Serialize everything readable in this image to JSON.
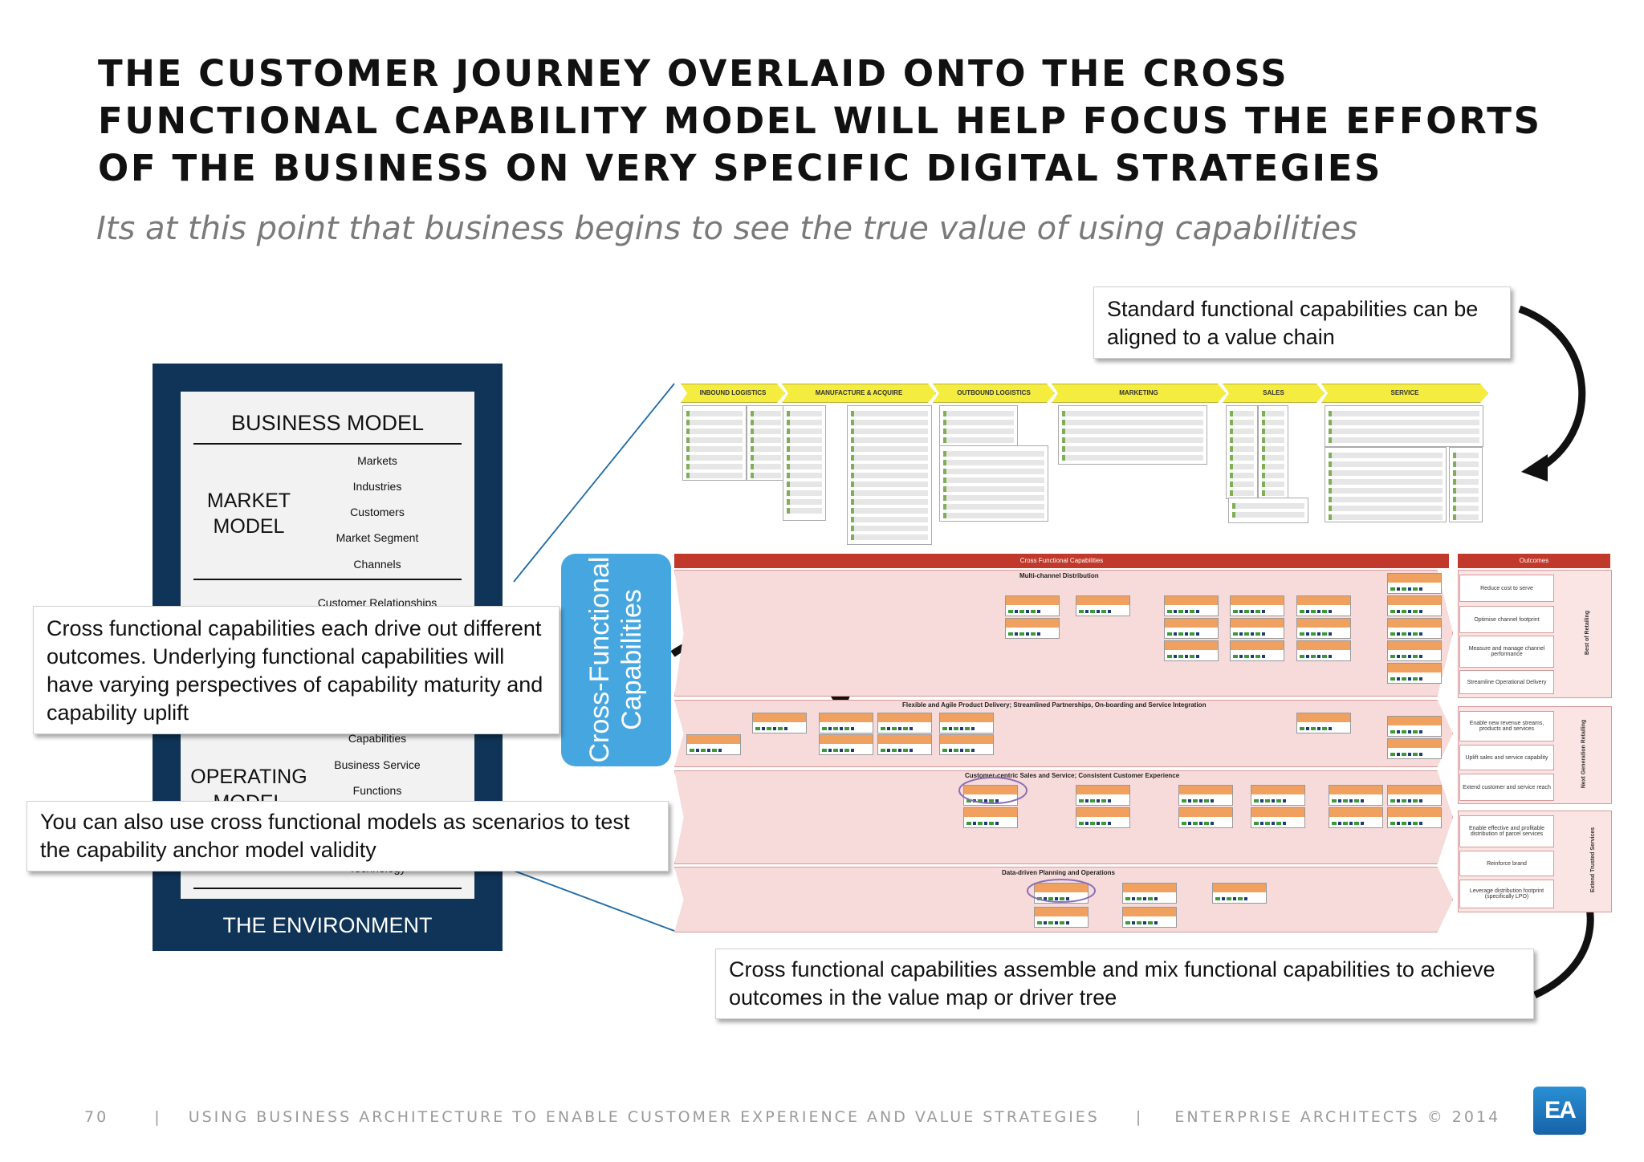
{
  "title": "THE CUSTOMER JOURNEY OVERLAID ONTO THE CROSS FUNCTIONAL CAPABILITY MODEL WILL HELP FOCUS THE EFFORTS OF THE BUSINESS ON VERY SPECIFIC DIGITAL STRATEGIES",
  "subtitle": "Its at this point that business begins to see the true value of using capabilities",
  "business_model": {
    "title": "BUSINESS MODEL",
    "market_model_label": "MARKET MODEL",
    "market_items": [
      "Markets",
      "Industries",
      "Customers",
      "Market Segment",
      "Channels"
    ],
    "partial_item": "Customer Relationships",
    "operating_model_label": "OPERATING MODEL",
    "operating_items": [
      "Capabilities",
      "Business Service",
      "Functions",
      "Technology"
    ],
    "environment_label": "THE ENVIRONMENT"
  },
  "callouts": {
    "value_chain": "Standard functional capabilities can be aligned to a value chain",
    "outcomes": "Cross functional capabilities each drive out different outcomes. Underlying functional capabilities will have varying perspectives of capability maturity and capability uplift",
    "scenarios": "You can also use cross functional models as scenarios to test the capability anchor model validity",
    "assemble": "Cross functional capabilities assemble and mix functional capabilities to achieve outcomes in the value map or driver tree"
  },
  "cross_functional_pill": "Cross-Functional Capabilities",
  "value_chain": [
    "INBOUND LOGISTICS",
    "MANUFACTURE & ACQUIRE",
    "OUTBOUND LOGISTICS",
    "MARKETING",
    "SALES",
    "SERVICE"
  ],
  "cf_model": {
    "header": "Cross Functional Capabilities",
    "outcomes_header": "Outcomes",
    "bands": [
      "Multi-channel Distribution",
      "Flexible and Agile Product Delivery; Streamlined Partnerships, On-boarding and Service Integration",
      "Customer-centric Sales and Service; Consistent Customer Experience",
      "Data-driven Planning and Operations"
    ],
    "outcomes": [
      "Reduce cost to serve",
      "Optimise channel footprint",
      "Measure and manage channel performance",
      "Streamline Operational Delivery",
      "Enable new revenue streams, products and services",
      "Uplift sales and service capability",
      "Extend customer and service reach",
      "Enable effective and profitable distribution of parcel services",
      "Reinforce brand",
      "Leverage distribution footprint (specifically LPO)"
    ],
    "outcome_groups": [
      "Best of Retailing",
      "Next Generation Retailing",
      "Extend Trusted Services"
    ]
  },
  "footer": {
    "page": "70",
    "separator": "|",
    "center": "USING BUSINESS ARCHITECTURE TO ENABLE CUSTOMER EXPERIENCE AND VALUE STRATEGIES",
    "right": "ENTERPRISE ARCHITECTS © 2014",
    "logo": "EA"
  }
}
